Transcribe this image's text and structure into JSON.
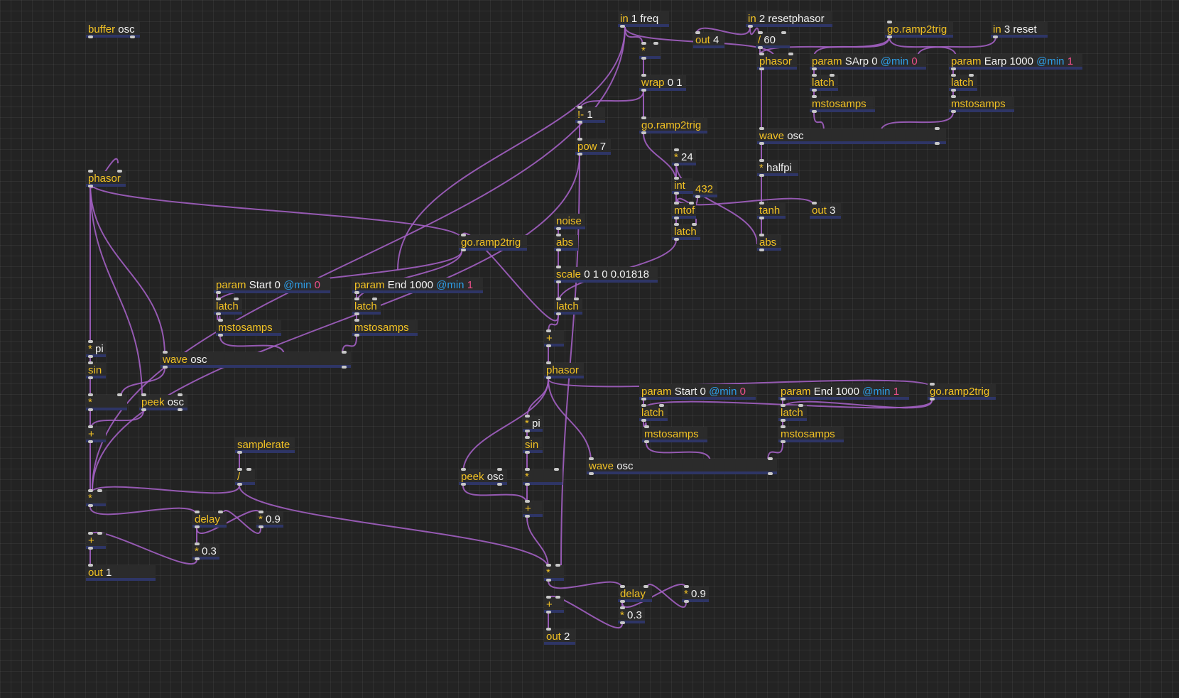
{
  "colors": {
    "background": "#232323",
    "operator": "#f2c224",
    "argument": "#f2f2f2",
    "attribute": "#2d9de6",
    "attribute_value": "#ee4f8a",
    "patch_cord": "#a25fc2",
    "object_box": "#2b2b2b"
  },
  "objects": {
    "buffer_osc": {
      "op": "buffer",
      "args": "osc"
    },
    "in1": {
      "op": "in",
      "args": "1 freq"
    },
    "in2": {
      "op": "in",
      "args": "2 resetphasor"
    },
    "in3": {
      "op": "in",
      "args": "3 reset"
    },
    "out4": {
      "op": "out",
      "args": "4"
    },
    "div60": {
      "op": "/",
      "args": "60"
    },
    "ramp_top": {
      "op": "go.ramp2trig",
      "args": ""
    },
    "mul_top": {
      "op": "*",
      "args": ""
    },
    "wrap": {
      "op": "wrap",
      "args": "0 1"
    },
    "rsub": {
      "op": "!-",
      "args": "1"
    },
    "pow": {
      "op": "pow",
      "args": "7"
    },
    "ramp_mid": {
      "op": "go.ramp2trig",
      "args": ""
    },
    "mul24": {
      "op": "*",
      "args": "24"
    },
    "int": {
      "op": "int",
      "args": ""
    },
    "n432": {
      "op": "432",
      "args": ""
    },
    "mtof": {
      "op": "mtof",
      "args": ""
    },
    "latch_mtof": {
      "op": "latch",
      "args": ""
    },
    "phasor_r": {
      "op": "phasor",
      "args": ""
    },
    "param_sarp": {
      "op": "param",
      "args": "SArp 0",
      "attr": "@min",
      "attrv": "0"
    },
    "param_earp": {
      "op": "param",
      "args": "Earp 1000",
      "attr": "@min",
      "attrv": "1"
    },
    "latch_sarp": {
      "op": "latch",
      "args": ""
    },
    "latch_earp": {
      "op": "latch",
      "args": ""
    },
    "ms_sarp": {
      "op": "mstosamps",
      "args": ""
    },
    "ms_earp": {
      "op": "mstosamps",
      "args": ""
    },
    "wave_r": {
      "op": "wave",
      "args": "osc"
    },
    "halfpi": {
      "op": "*",
      "args": "halfpi"
    },
    "tanh": {
      "op": "tanh",
      "args": ""
    },
    "out3": {
      "op": "out",
      "args": "3"
    },
    "abs_r": {
      "op": "abs",
      "args": ""
    },
    "phasor_l": {
      "op": "phasor",
      "args": ""
    },
    "ramp_l": {
      "op": "go.ramp2trig",
      "args": ""
    },
    "noise": {
      "op": "noise",
      "args": ""
    },
    "abs_m": {
      "op": "abs",
      "args": ""
    },
    "scale": {
      "op": "scale",
      "args": "0 1 0 0.01818"
    },
    "latch_m": {
      "op": "latch",
      "args": ""
    },
    "param_start_l": {
      "op": "param",
      "args": "Start 0",
      "attr": "@min",
      "attrv": "0"
    },
    "param_end_l": {
      "op": "param",
      "args": "End 1000",
      "attr": "@min",
      "attrv": "1"
    },
    "latch_start_l": {
      "op": "latch",
      "args": ""
    },
    "latch_end_l": {
      "op": "latch",
      "args": ""
    },
    "ms_start_l": {
      "op": "mstosamps",
      "args": ""
    },
    "ms_end_l": {
      "op": "mstosamps",
      "args": ""
    },
    "pi_l": {
      "op": "*",
      "args": "pi"
    },
    "sin_l": {
      "op": "sin",
      "args": ""
    },
    "wave_l": {
      "op": "wave",
      "args": "osc"
    },
    "mul_l": {
      "op": "*",
      "args": ""
    },
    "peek_l": {
      "op": "peek",
      "args": "osc"
    },
    "add_l1": {
      "op": "+",
      "args": ""
    },
    "samplerate": {
      "op": "samplerate",
      "args": ""
    },
    "div_sr": {
      "op": "/",
      "args": ""
    },
    "mul_l2": {
      "op": "*",
      "args": ""
    },
    "delay_l": {
      "op": "delay",
      "args": ""
    },
    "fb_l": {
      "op": "*",
      "args": "0.9"
    },
    "add_l2": {
      "op": "+",
      "args": ""
    },
    "wet_l": {
      "op": "*",
      "args": "0.3"
    },
    "out1": {
      "op": "out",
      "args": "1"
    },
    "add_m": {
      "op": "+",
      "args": ""
    },
    "phasor_m": {
      "op": "phasor",
      "args": ""
    },
    "param_start_m": {
      "op": "param",
      "args": "Start 0",
      "attr": "@min",
      "attrv": "0"
    },
    "param_end_m": {
      "op": "param",
      "args": "End 1000",
      "attr": "@min",
      "attrv": "1"
    },
    "ramp_m": {
      "op": "go.ramp2trig",
      "args": ""
    },
    "latch_start_m": {
      "op": "latch",
      "args": ""
    },
    "latch_end_m": {
      "op": "latch",
      "args": ""
    },
    "ms_start_m": {
      "op": "mstosamps",
      "args": ""
    },
    "ms_end_m": {
      "op": "mstosamps",
      "args": ""
    },
    "pi_m": {
      "op": "*",
      "args": "pi"
    },
    "sin_m": {
      "op": "sin",
      "args": ""
    },
    "peek_m": {
      "op": "peek",
      "args": "osc"
    },
    "mul_m": {
      "op": "*",
      "args": ""
    },
    "wave_m": {
      "op": "wave",
      "args": "osc"
    },
    "add_m2": {
      "op": "+",
      "args": ""
    },
    "mul_m2": {
      "op": "*",
      "args": ""
    },
    "delay_m": {
      "op": "delay",
      "args": ""
    },
    "fb_m": {
      "op": "*",
      "args": "0.9"
    },
    "add_m3": {
      "op": "+",
      "args": ""
    },
    "wet_m": {
      "op": "*",
      "args": "0.3"
    },
    "out2": {
      "op": "out",
      "args": "2"
    }
  }
}
